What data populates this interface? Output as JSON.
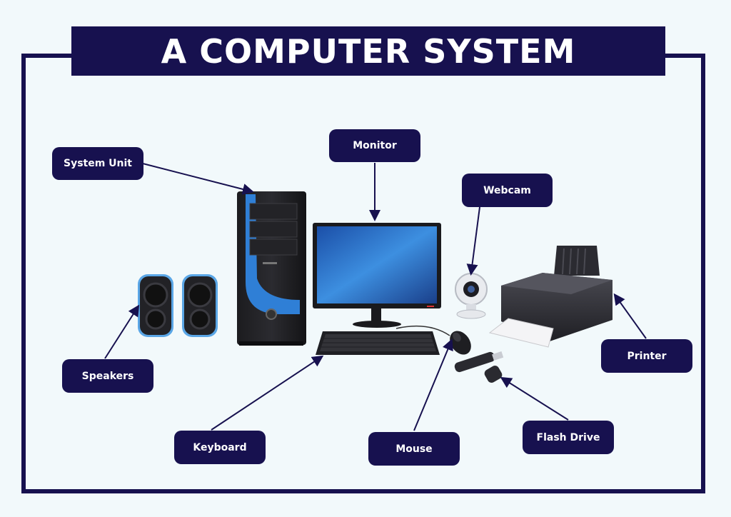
{
  "title": "A COMPUTER SYSTEM",
  "colors": {
    "navy": "#17114f",
    "background": "#f2f9fb",
    "accent_blue": "#2f7fd6"
  },
  "labels": {
    "system_unit": "System Unit",
    "monitor": "Monitor",
    "webcam": "Webcam",
    "speakers": "Speakers",
    "printer": "Printer",
    "keyboard": "Keyboard",
    "mouse": "Mouse",
    "flash_drive": "Flash Drive"
  }
}
